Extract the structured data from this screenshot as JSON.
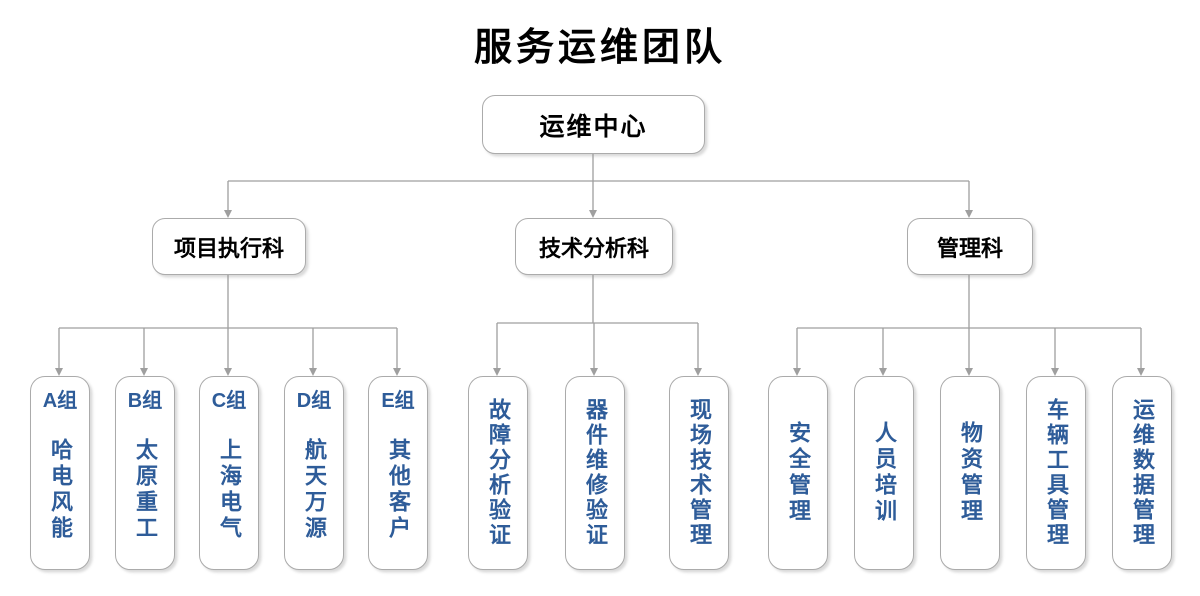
{
  "title": "服务运维团队",
  "root": {
    "label": "运维中心"
  },
  "branches": [
    {
      "label": "项目执行科",
      "children": [
        {
          "group": "A组",
          "name": "哈电风能"
        },
        {
          "group": "B组",
          "name": "太原重工"
        },
        {
          "group": "C组",
          "name": "上海电气"
        },
        {
          "group": "D组",
          "name": "航天万源"
        },
        {
          "group": "E组",
          "name": "其他客户"
        }
      ]
    },
    {
      "label": "技术分析科",
      "children": [
        {
          "name": "故障分析验证"
        },
        {
          "name": "器件维修验证"
        },
        {
          "name": "现场技术管理"
        }
      ]
    },
    {
      "label": "管理科",
      "children": [
        {
          "name": "安全管理"
        },
        {
          "name": "人员培训"
        },
        {
          "name": "物资管理"
        },
        {
          "name": "车辆工具管理"
        },
        {
          "name": "运维数据管理"
        }
      ]
    }
  ],
  "colors": {
    "leaf_text": "#2e5c99",
    "node_text": "#000000",
    "box_border": "#ababab",
    "connector": "#9f9f9f",
    "background": "#ffffff"
  }
}
